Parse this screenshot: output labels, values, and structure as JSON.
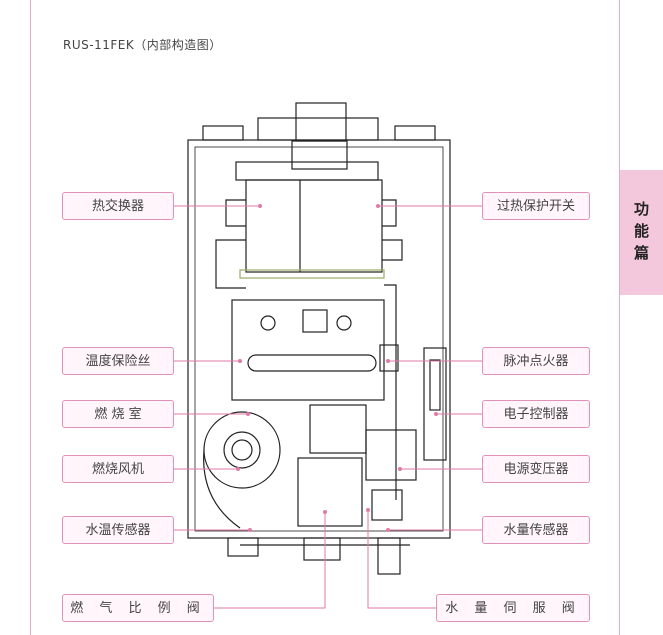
{
  "header": {
    "title": "RUS-11FEK（内部构造图）"
  },
  "side_tab": {
    "chars": [
      "功",
      "能",
      "篇"
    ]
  },
  "labels": {
    "heat_exchanger": "热交换器",
    "temp_fuse": "温度保险丝",
    "combustion_chamber": "燃 烧 室",
    "fan": "燃烧风机",
    "water_temp_sensor": "水温传感器",
    "gas_proportional_valve": "燃 气 比 例 阀",
    "overheat_switch": "过热保护开关",
    "igniter": "脉冲点火器",
    "controller": "电子控制器",
    "transformer": "电源变压器",
    "water_volume_sensor": "水量传感器",
    "water_servo_valve": "水 量 伺 服 阀"
  },
  "colors": {
    "accent": "#e291b8",
    "leader_line": "#e07aa8",
    "tab_bg": "#f4c8dc",
    "line_art": "#222222"
  }
}
